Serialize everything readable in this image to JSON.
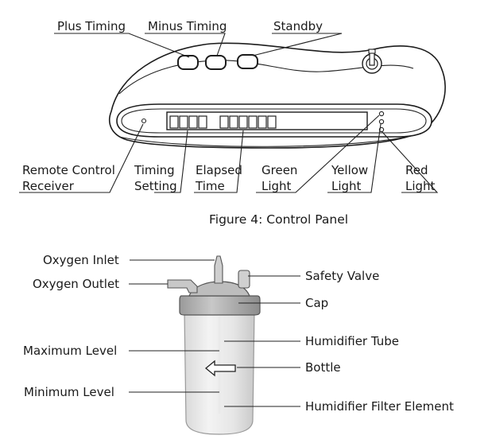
{
  "control_panel": {
    "labels": {
      "plus_timing": "Plus Timing",
      "minus_timing": "Minus Timing",
      "standby": "Standby",
      "remote_control_1": "Remote Control",
      "remote_control_2": "Receiver",
      "timing_1": "Timing",
      "timing_2": "Setting",
      "elapsed_1": "Elapsed",
      "elapsed_2": "Time",
      "green_1": "Green",
      "green_2": "Light",
      "yellow_1": "Yellow",
      "yellow_2": "Light",
      "red_1": "Red",
      "red_2": "Light"
    },
    "caption": "Figure 4: Control Panel"
  },
  "humidifier": {
    "labels": {
      "oxygen_inlet": "Oxygen Inlet",
      "oxygen_outlet": "Oxygen Outlet",
      "maximum_level": "Maximum Level",
      "minimum_level": "Minimum Level",
      "safety_valve": "Safety Valve",
      "cap": "Cap",
      "humidifier_tube": "Humidifier Tube",
      "bottle": "Bottle",
      "filter_element": "Humidifier Filter Element"
    }
  }
}
